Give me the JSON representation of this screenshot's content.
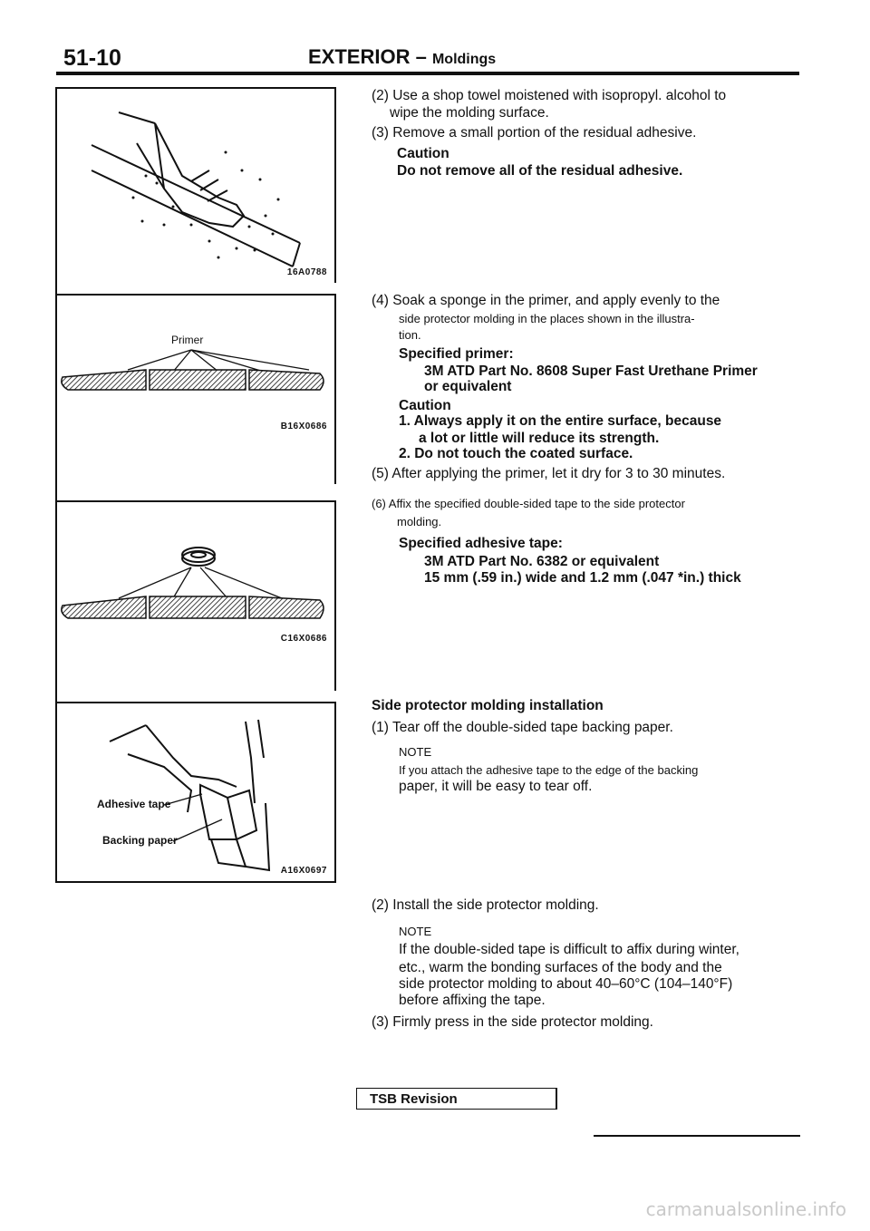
{
  "header": {
    "page_number": "51-10",
    "section": "EXTERIOR",
    "dash": "–",
    "subsection": "Moldings"
  },
  "figures": {
    "f1": {
      "code": "16A0788"
    },
    "f2": {
      "label": "Primer",
      "code": "B16X0686"
    },
    "f3": {
      "code": "C16X0686"
    },
    "f4": {
      "label_tape": "Adhesive tape",
      "label_paper": "Backing paper",
      "code": "A16X0697"
    }
  },
  "body": {
    "s2_l1": "(2) Use a shop towel moistened with isopropyl. alcohol to",
    "s2_l2": "wipe the molding surface.",
    "s3": "(3) Remove a small portion of the residual adhesive.",
    "caution1_title": "Caution",
    "caution1_text": "Do not remove all of the residual adhesive.",
    "s4_l1": "(4) Soak a sponge in the primer, and apply evenly to the",
    "s4_l2": "side protector molding in the places shown in the illustra-",
    "s4_l3": "tion.",
    "primer_title": "Specified primer:",
    "primer_part": "3M ATD Part No. 8608 Super Fast Urethane Primer",
    "primer_equiv": "or equivalent",
    "caution2_title": "Caution",
    "caution2_1a": "1. Always apply it on the entire surface, because",
    "caution2_1b": "a lot or little will reduce its strength.",
    "caution2_2": "2. Do not touch the coated surface.",
    "s5": "(5) After applying the primer, let it dry for 3 to 30 minutes.",
    "s6_l1": "(6) Affix the specified double-sided tape to the side protector",
    "s6_l2": "molding.",
    "tape_title": "Specified adhesive tape:",
    "tape_part": "3M ATD Part No. 6382 or equivalent",
    "tape_size": "15 mm (.59 in.) wide and 1.2 mm (.047 *in.) thick",
    "install_title": "Side protector molding installation",
    "i1": "(1) Tear off the double-sided tape backing paper.",
    "note1_title": "NOTE",
    "note1_l1": "If you attach the adhesive tape to the edge of the backing",
    "note1_l2": "paper, it will be easy to tear off.",
    "i2": "(2) Install the side protector molding.",
    "note2_title": "NOTE",
    "note2_l1": "If the double-sided tape is difficult to affix during winter,",
    "note2_l2": "etc., warm the bonding surfaces of the body and the",
    "note2_l3": "side protector molding to about 40–60°C (104–140°F)",
    "note2_l4": "before affixing the tape.",
    "i3": "(3) Firmly press in the side protector molding."
  },
  "footer": {
    "tsb": "TSB Revision",
    "watermark": "carmanualsonline.info"
  }
}
